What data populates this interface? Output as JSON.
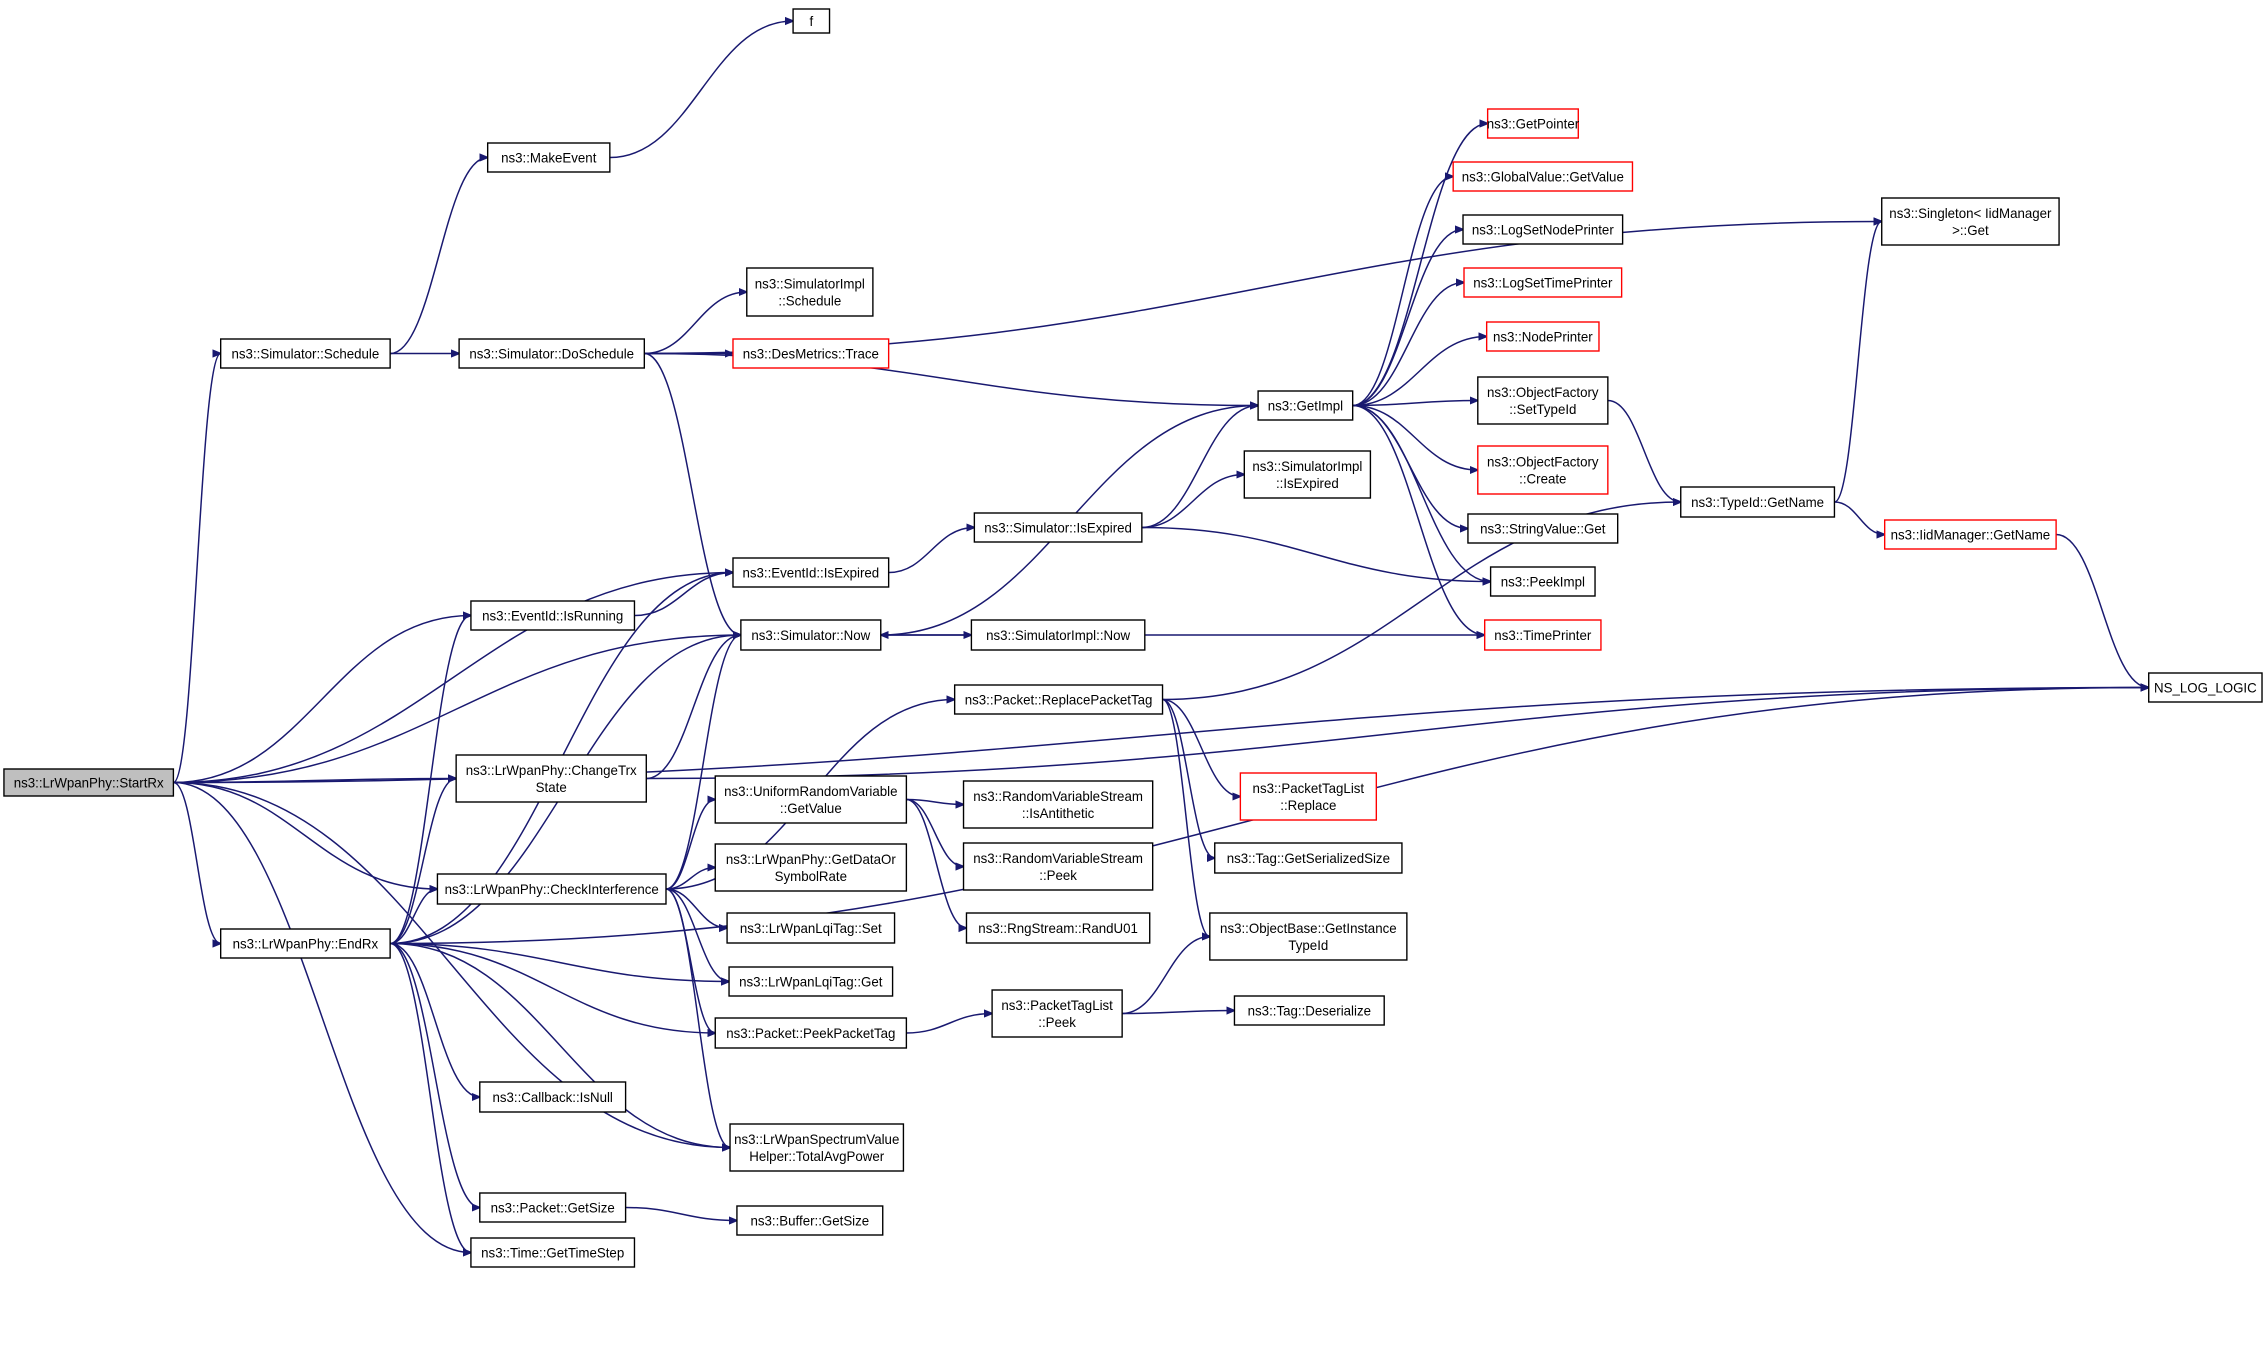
{
  "graph": {
    "nodes": [
      {
        "id": "startrx",
        "lines": [
          "ns3::LrWpanPhy::StartRx"
        ],
        "root": true
      },
      {
        "id": "f",
        "lines": [
          "f"
        ]
      },
      {
        "id": "makeevent",
        "lines": [
          "ns3::MakeEvent"
        ]
      },
      {
        "id": "schedule",
        "lines": [
          "ns3::Simulator::Schedule"
        ]
      },
      {
        "id": "doschedule",
        "lines": [
          "ns3::Simulator::DoSchedule"
        ]
      },
      {
        "id": "simimpl_schedule",
        "lines": [
          "ns3::SimulatorImpl",
          "::Schedule"
        ]
      },
      {
        "id": "desmetrics",
        "lines": [
          "ns3::DesMetrics::Trace"
        ],
        "red": true
      },
      {
        "id": "getpointer",
        "lines": [
          "ns3::GetPointer"
        ],
        "red": true
      },
      {
        "id": "globalvalue",
        "lines": [
          "ns3::GlobalValue::GetValue"
        ],
        "red": true
      },
      {
        "id": "logsetnode",
        "lines": [
          "ns3::LogSetNodePrinter"
        ]
      },
      {
        "id": "logsettime",
        "lines": [
          "ns3::LogSetTimePrinter"
        ],
        "red": true
      },
      {
        "id": "nodeprinter",
        "lines": [
          "ns3::NodePrinter"
        ],
        "red": true
      },
      {
        "id": "getimpl",
        "lines": [
          "ns3::GetImpl"
        ]
      },
      {
        "id": "setypeid",
        "lines": [
          "ns3::ObjectFactory",
          "::SetTypeId"
        ]
      },
      {
        "id": "ofcreate",
        "lines": [
          "ns3::ObjectFactory",
          "::Create"
        ],
        "red": true
      },
      {
        "id": "simimpl_isexpired",
        "lines": [
          "ns3::SimulatorImpl",
          "::IsExpired"
        ]
      },
      {
        "id": "stringvalue",
        "lines": [
          "ns3::StringValue::Get"
        ]
      },
      {
        "id": "peekimpl",
        "lines": [
          "ns3::PeekImpl"
        ]
      },
      {
        "id": "timeprinter",
        "lines": [
          "ns3::TimePrinter"
        ],
        "red": true
      },
      {
        "id": "singleton",
        "lines": [
          "ns3::Singleton< IidManager",
          ">::Get"
        ]
      },
      {
        "id": "typeid_getname",
        "lines": [
          "ns3::TypeId::GetName"
        ]
      },
      {
        "id": "iidmanager",
        "lines": [
          "ns3::IidManager::GetName"
        ],
        "red": true
      },
      {
        "id": "ns_log_logic",
        "lines": [
          "NS_LOG_LOGIC"
        ]
      },
      {
        "id": "sim_isexpired",
        "lines": [
          "ns3::Simulator::IsExpired"
        ]
      },
      {
        "id": "eventid_isexpired",
        "lines": [
          "ns3::EventId::IsExpired"
        ]
      },
      {
        "id": "eventid_isrunning",
        "lines": [
          "ns3::EventId::IsRunning"
        ]
      },
      {
        "id": "sim_now",
        "lines": [
          "ns3::Simulator::Now"
        ]
      },
      {
        "id": "simimpl_now",
        "lines": [
          "ns3::SimulatorImpl::Now"
        ]
      },
      {
        "id": "replacepackettag",
        "lines": [
          "ns3::Packet::ReplacePacketTag"
        ]
      },
      {
        "id": "changetrx",
        "lines": [
          "ns3::LrWpanPhy::ChangeTrx",
          "State"
        ]
      },
      {
        "id": "urv_getvalue",
        "lines": [
          "ns3::UniformRandomVariable",
          "::GetValue"
        ]
      },
      {
        "id": "isantithetic",
        "lines": [
          "ns3::RandomVariableStream",
          "::IsAntithetic"
        ]
      },
      {
        "id": "rvs_peek",
        "lines": [
          "ns3::RandomVariableStream",
          "::Peek"
        ]
      },
      {
        "id": "ptl_replace",
        "lines": [
          "ns3::PacketTagList",
          "::Replace"
        ],
        "red": true
      },
      {
        "id": "tag_getsersize",
        "lines": [
          "ns3::Tag::GetSerializedSize"
        ]
      },
      {
        "id": "checkinterference",
        "lines": [
          "ns3::LrWpanPhy::CheckInterference"
        ]
      },
      {
        "id": "getdataor",
        "lines": [
          "ns3::LrWpanPhy::GetDataOr",
          "SymbolRate"
        ]
      },
      {
        "id": "randu01",
        "lines": [
          "ns3::RngStream::RandU01"
        ]
      },
      {
        "id": "lqi_set",
        "lines": [
          "ns3::LrWpanLqiTag::Set"
        ]
      },
      {
        "id": "objectbase",
        "lines": [
          "ns3::ObjectBase::GetInstance",
          "TypeId"
        ]
      },
      {
        "id": "endrx",
        "lines": [
          "ns3::LrWpanPhy::EndRx"
        ]
      },
      {
        "id": "lqi_get",
        "lines": [
          "ns3::LrWpanLqiTag::Get"
        ]
      },
      {
        "id": "ptl_peek",
        "lines": [
          "ns3::PacketTagList",
          "::Peek"
        ]
      },
      {
        "id": "tag_deserialize",
        "lines": [
          "ns3::Tag::Deserialize"
        ]
      },
      {
        "id": "peekpackettag",
        "lines": [
          "ns3::Packet::PeekPacketTag"
        ]
      },
      {
        "id": "callback_isnull",
        "lines": [
          "ns3::Callback::IsNull"
        ]
      },
      {
        "id": "totalavgpower",
        "lines": [
          "ns3::LrWpanSpectrumValue",
          "Helper::TotalAvgPower"
        ]
      },
      {
        "id": "packet_getsize",
        "lines": [
          "ns3::Packet::GetSize"
        ]
      },
      {
        "id": "buffer_getsize",
        "lines": [
          "ns3::Buffer::GetSize"
        ]
      },
      {
        "id": "gettimestep",
        "lines": [
          "ns3::Time::GetTimeStep"
        ]
      }
    ],
    "edges": [
      {
        "from": "startrx",
        "to": "schedule"
      },
      {
        "from": "startrx",
        "to": "eventid_isexpired"
      },
      {
        "from": "startrx",
        "to": "eventid_isrunning"
      },
      {
        "from": "startrx",
        "to": "sim_now"
      },
      {
        "from": "startrx",
        "to": "ns_log_logic"
      },
      {
        "from": "startrx",
        "to": "changetrx"
      },
      {
        "from": "startrx",
        "to": "checkinterference"
      },
      {
        "from": "startrx",
        "to": "endrx"
      },
      {
        "from": "startrx",
        "to": "gettimestep"
      },
      {
        "from": "startrx",
        "to": "totalavgpower"
      },
      {
        "from": "schedule",
        "to": "makeevent"
      },
      {
        "from": "schedule",
        "to": "doschedule"
      },
      {
        "from": "makeevent",
        "to": "f"
      },
      {
        "from": "doschedule",
        "to": "simimpl_schedule"
      },
      {
        "from": "doschedule",
        "to": "desmetrics"
      },
      {
        "from": "doschedule",
        "to": "getimpl"
      },
      {
        "from": "doschedule",
        "to": "singleton"
      },
      {
        "from": "doschedule",
        "to": "sim_now"
      },
      {
        "from": "getimpl",
        "to": "getpointer"
      },
      {
        "from": "getimpl",
        "to": "globalvalue"
      },
      {
        "from": "getimpl",
        "to": "logsetnode"
      },
      {
        "from": "getimpl",
        "to": "logsettime"
      },
      {
        "from": "getimpl",
        "to": "nodeprinter"
      },
      {
        "from": "getimpl",
        "to": "setypeid"
      },
      {
        "from": "getimpl",
        "to": "ofcreate"
      },
      {
        "from": "getimpl",
        "to": "stringvalue"
      },
      {
        "from": "getimpl",
        "to": "peekimpl"
      },
      {
        "from": "getimpl",
        "to": "timeprinter"
      },
      {
        "from": "setypeid",
        "to": "typeid_getname"
      },
      {
        "from": "typeid_getname",
        "to": "singleton"
      },
      {
        "from": "typeid_getname",
        "to": "iidmanager"
      },
      {
        "from": "iidmanager",
        "to": "ns_log_logic"
      },
      {
        "from": "eventid_isexpired",
        "to": "sim_isexpired"
      },
      {
        "from": "sim_isexpired",
        "to": "getimpl"
      },
      {
        "from": "sim_isexpired",
        "to": "simimpl_isexpired"
      },
      {
        "from": "sim_isexpired",
        "to": "peekimpl"
      },
      {
        "from": "eventid_isrunning",
        "to": "eventid_isexpired"
      },
      {
        "from": "sim_now",
        "to": "getimpl"
      },
      {
        "from": "sim_now",
        "to": "simimpl_now"
      },
      {
        "from": "timeprinter",
        "to": "sim_now"
      },
      {
        "from": "changetrx",
        "to": "sim_now"
      },
      {
        "from": "changetrx",
        "to": "ns_log_logic"
      },
      {
        "from": "checkinterference",
        "to": "replacepackettag"
      },
      {
        "from": "checkinterference",
        "to": "urv_getvalue"
      },
      {
        "from": "checkinterference",
        "to": "getdataor"
      },
      {
        "from": "checkinterference",
        "to": "lqi_set"
      },
      {
        "from": "checkinterference",
        "to": "lqi_get"
      },
      {
        "from": "checkinterference",
        "to": "peekpackettag"
      },
      {
        "from": "checkinterference",
        "to": "sim_now"
      },
      {
        "from": "checkinterference",
        "to": "totalavgpower"
      },
      {
        "from": "urv_getvalue",
        "to": "isantithetic"
      },
      {
        "from": "urv_getvalue",
        "to": "rvs_peek"
      },
      {
        "from": "urv_getvalue",
        "to": "randu01"
      },
      {
        "from": "replacepackettag",
        "to": "ptl_replace"
      },
      {
        "from": "replacepackettag",
        "to": "tag_getsersize"
      },
      {
        "from": "replacepackettag",
        "to": "objectbase"
      },
      {
        "from": "replacepackettag",
        "to": "typeid_getname"
      },
      {
        "from": "peekpackettag",
        "to": "ptl_peek"
      },
      {
        "from": "ptl_peek",
        "to": "objectbase"
      },
      {
        "from": "ptl_peek",
        "to": "tag_deserialize"
      },
      {
        "from": "endrx",
        "to": "eventid_isrunning"
      },
      {
        "from": "endrx",
        "to": "eventid_isexpired"
      },
      {
        "from": "endrx",
        "to": "sim_now"
      },
      {
        "from": "endrx",
        "to": "changetrx"
      },
      {
        "from": "endrx",
        "to": "checkinterference"
      },
      {
        "from": "endrx",
        "to": "lqi_get"
      },
      {
        "from": "endrx",
        "to": "peekpackettag"
      },
      {
        "from": "endrx",
        "to": "ns_log_logic"
      },
      {
        "from": "endrx",
        "to": "callback_isnull"
      },
      {
        "from": "endrx",
        "to": "totalavgpower"
      },
      {
        "from": "endrx",
        "to": "packet_getsize"
      },
      {
        "from": "endrx",
        "to": "gettimestep"
      },
      {
        "from": "packet_getsize",
        "to": "buffer_getsize"
      }
    ]
  }
}
